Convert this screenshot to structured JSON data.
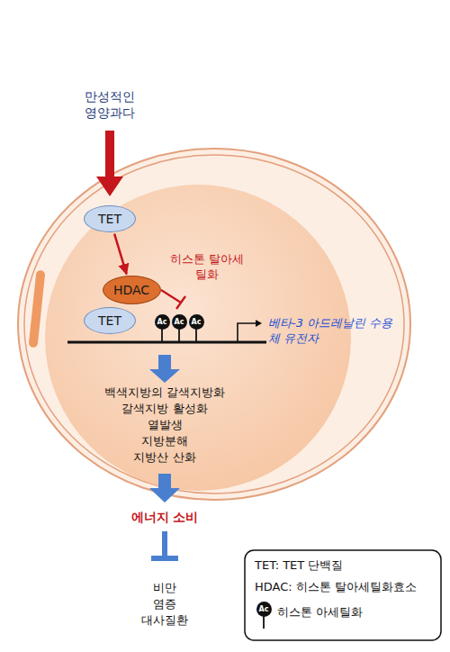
{
  "diagram": {
    "nodes": [
      {
        "text": [
          "TET"
        ]
      },
      {
        "text": [
          "HDAC"
        ]
      },
      {
        "text": [
          "TET"
        ]
      },
      {
        "text": [
          "Ac"
        ]
      },
      {
        "text": [
          "Ac"
        ]
      },
      {
        "text": [
          "Ac"
        ]
      }
    ],
    "edges": [
      {
        "from": 0,
        "to": 1,
        "arrow": "to"
      }
    ],
    "labels": [
      "만성적인 영양과다",
      "히스톤 탈아세틸화",
      "베타-3 아드레날린 수용체 유전자",
      "백색지방의 갈색지방화",
      "갈색지방 활성화",
      "열발생",
      "지방분해",
      "지방산 산화",
      "에너지 소비",
      "비만",
      "염증",
      "대사질환",
      "Ac"
    ],
    "legend": [
      {
        "text": "TET: TET 단백질"
      },
      {
        "text": "HDAC: 히스톤 탈아세틸화효소"
      },
      {
        "text": "히스톤 아세틸화"
      }
    ]
  }
}
